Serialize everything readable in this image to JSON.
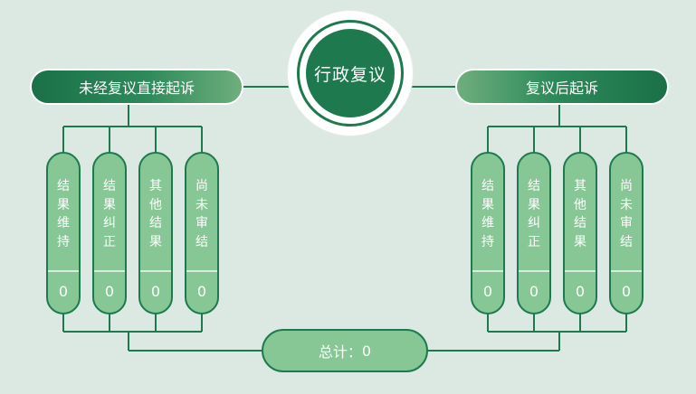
{
  "center": {
    "title": "行政复议"
  },
  "left_group": {
    "title": "未经复议直接起诉",
    "items": [
      {
        "label": [
          "结",
          "果",
          "维",
          "持"
        ],
        "value": "0"
      },
      {
        "label": [
          "结",
          "果",
          "纠",
          "正"
        ],
        "value": "0"
      },
      {
        "label": [
          "其",
          "他",
          "结",
          "果"
        ],
        "value": "0"
      },
      {
        "label": [
          "尚",
          "未",
          "审",
          "结"
        ],
        "value": "0"
      }
    ]
  },
  "right_group": {
    "title": "复议后起诉",
    "items": [
      {
        "label": [
          "结",
          "果",
          "维",
          "持"
        ],
        "value": "0"
      },
      {
        "label": [
          "结",
          "果",
          "纠",
          "正"
        ],
        "value": "0"
      },
      {
        "label": [
          "其",
          "他",
          "结",
          "果"
        ],
        "value": "0"
      },
      {
        "label": [
          "尚",
          "未",
          "审",
          "结"
        ],
        "value": "0"
      }
    ]
  },
  "total": {
    "label": "总计：",
    "value": "0"
  },
  "colors": {
    "dark_green": "#1e7a4e",
    "light_green": "#86c795",
    "background": "#dce8e2"
  }
}
